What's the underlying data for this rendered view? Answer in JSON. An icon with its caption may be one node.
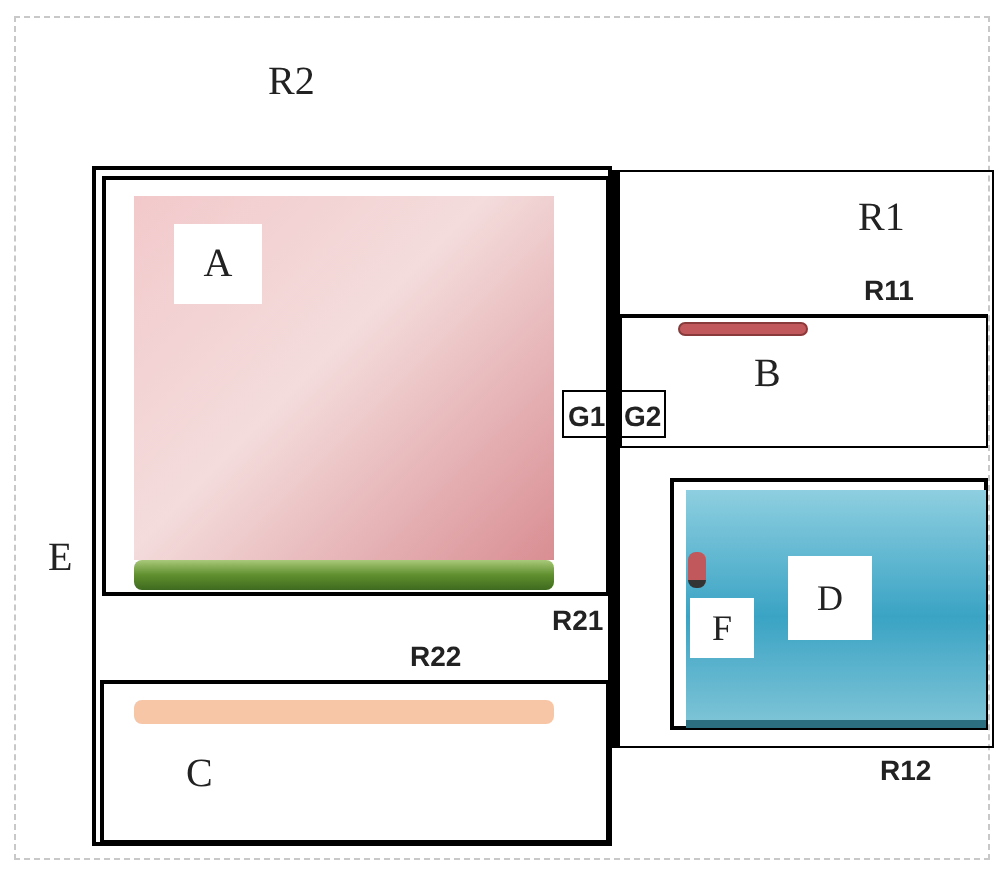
{
  "diagram": {
    "nodes": [
      {
        "text": [
          "R2"
        ]
      },
      {
        "text": [
          "E"
        ],
        "in": 0
      },
      {
        "text": [
          "R21"
        ],
        "in": 1
      },
      {
        "text": [
          "A"
        ],
        "in": 2
      },
      {
        "text": [],
        "shape": "bar",
        "in": 2
      },
      {
        "text": [
          "R22",
          "C"
        ],
        "in": 1
      },
      {
        "text": [],
        "shape": "bar",
        "in": 5
      },
      {
        "text": [
          "R1"
        ],
        "in": 0
      },
      {
        "text": [
          "R11",
          "B"
        ],
        "in": 7
      },
      {
        "text": [],
        "shape": "bar",
        "in": 8
      },
      {
        "text": [
          "G1",
          "G2"
        ],
        "in": 0
      },
      {
        "text": [
          "R12"
        ],
        "in": 7
      },
      {
        "text": [],
        "shape": "box",
        "in": 11
      },
      {
        "text": [],
        "shape": "bar",
        "in": 12
      },
      {
        "text": [
          "D"
        ],
        "in": 12
      },
      {
        "text": [
          "F"
        ],
        "in": 12
      }
    ]
  }
}
